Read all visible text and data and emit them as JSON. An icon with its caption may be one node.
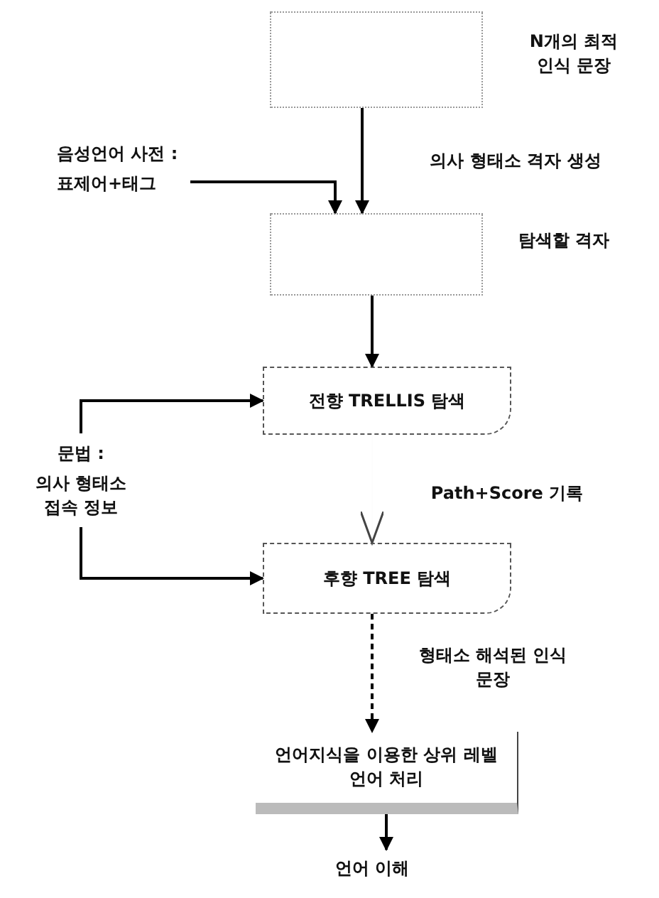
{
  "diagram": {
    "nodes": [
      {
        "text": [],
        "shape": "box",
        "beside": [
          "N개의 최적 인식 문장"
        ]
      },
      {
        "text": [
          "음성언어 사전 :",
          "표제어+태그"
        ]
      },
      {
        "text": [],
        "shape": "box",
        "beside": [
          "탐색할 격자"
        ]
      },
      {
        "text": [
          "전향 TRELLIS 탐색"
        ]
      },
      {
        "text": [
          "문법 :",
          "의사 형태소 접속 정보"
        ]
      },
      {
        "text": [
          "후향 TREE 탐색"
        ]
      },
      {
        "text": [
          "언어지식을 이용한 상위 레벨 언어 처리"
        ]
      },
      {
        "text": [
          "언어 이해"
        ]
      }
    ],
    "edges": [
      {
        "from": 0,
        "to": 2,
        "arrow": "to",
        "label": "의사 형태소 격자 생성"
      },
      {
        "from": 1,
        "to": 2,
        "arrow": "to"
      },
      {
        "from": 2,
        "to": 3,
        "arrow": "to"
      },
      {
        "from": 4,
        "to": 3,
        "arrow": "to"
      },
      {
        "from": 4,
        "to": 5,
        "arrow": "to"
      },
      {
        "from": 3,
        "to": 5,
        "arrow": "to"
      },
      {
        "from": 5,
        "to": 6,
        "arrow": "to",
        "style": "dashed",
        "label": "형태소 해석된 인식 문장"
      },
      {
        "from": 6,
        "to": 7,
        "arrow": "to"
      }
    ],
    "labels": [
      "Path+Score 기록"
    ]
  }
}
